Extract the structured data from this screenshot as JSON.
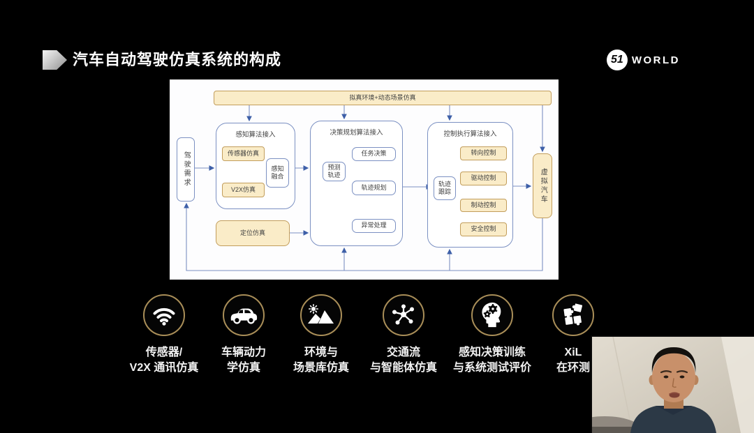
{
  "header": {
    "title": "汽车自动驾驶仿真系统的构成",
    "logo_number": "51",
    "logo_text": "WORLD"
  },
  "diagram": {
    "banner": "拟真环境+动态场景仿真",
    "driver_demand": "驾驶需求",
    "virtual_car": "虚拟汽车",
    "positioning": "定位仿真",
    "perception": {
      "title": "感知算法接入",
      "sensor": "传感器仿真",
      "v2x": "V2X仿真",
      "fusion": "感知融合"
    },
    "planning": {
      "title": "决策规划算法接入",
      "task": "任务决策",
      "predict": "预测轨迹",
      "trajectory": "轨迹规划",
      "exception": "异常处理"
    },
    "control": {
      "title": "控制执行算法接入",
      "tracking": "轨迹跟踪",
      "steering": "转向控制",
      "drive": "驱动控制",
      "brake": "制动控制",
      "safety": "安全控制"
    }
  },
  "features": [
    {
      "icon": "wifi-icon",
      "label1": "传感器/",
      "label2": "V2X 通讯仿真"
    },
    {
      "icon": "car-icon",
      "label1": "车辆动力",
      "label2": "学仿真"
    },
    {
      "icon": "terrain-icon",
      "label1": "环境与",
      "label2": "场景库仿真"
    },
    {
      "icon": "traffic-network-icon",
      "label1": "交通流",
      "label2": "与智能体仿真"
    },
    {
      "icon": "head-gears-icon",
      "label1": "感知决策训练",
      "label2": "与系统测试评价"
    },
    {
      "icon": "puzzle-icon",
      "label1": "XiL",
      "label2": "在环测"
    }
  ],
  "colors": {
    "accent_gold": "#a98e58",
    "box_yellow": "#faecc8",
    "box_border_tan": "#c29d5b",
    "wire_blue": "#7b90c2",
    "arrow_blue": "#3d5fa8"
  }
}
